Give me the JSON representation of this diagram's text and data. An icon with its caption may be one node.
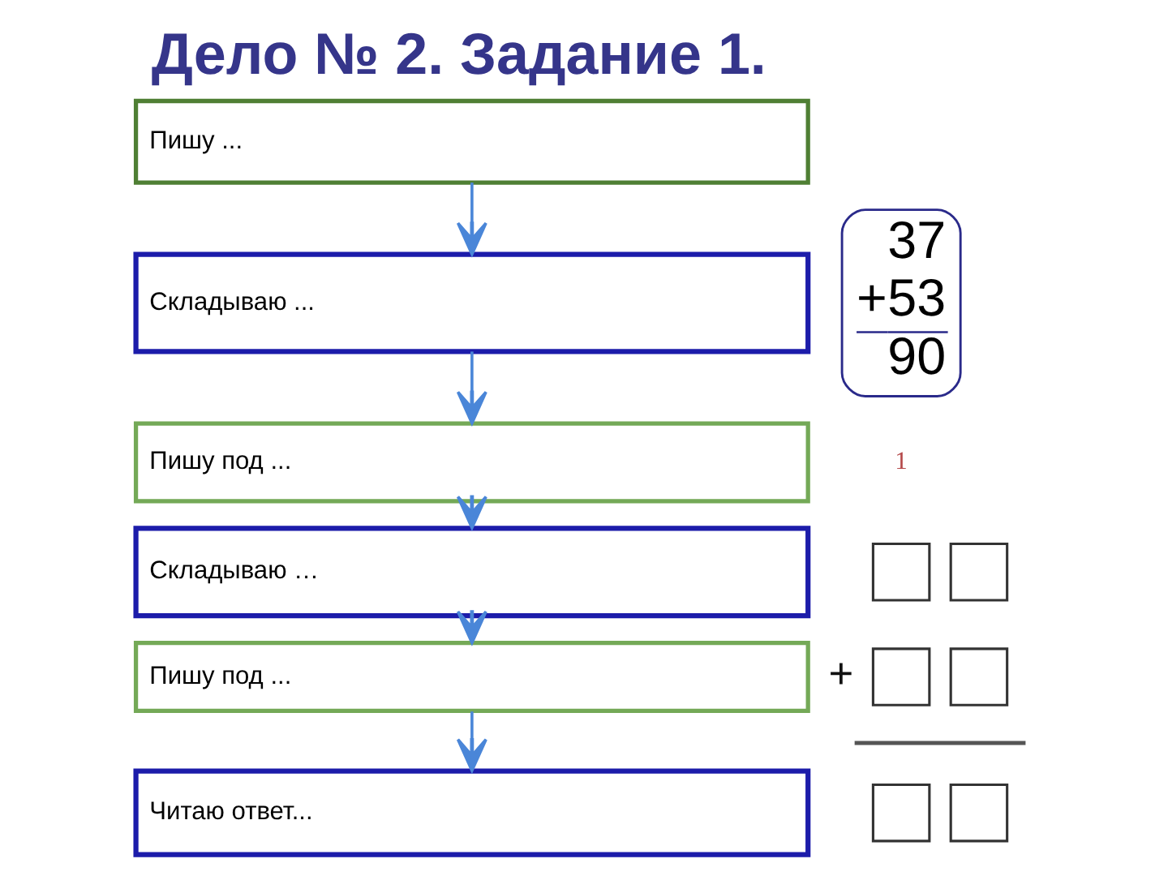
{
  "diagram": {
    "title": "Дело № 2. Задание 1.",
    "nodes": [
      {
        "text": [
          "Пишу ..."
        ]
      },
      {
        "text": [
          "Складываю ..."
        ]
      },
      {
        "text": [
          "Пишу под ..."
        ]
      },
      {
        "text": [
          "Складываю …"
        ]
      },
      {
        "text": [
          "Пишу под ..."
        ]
      },
      {
        "text": [
          "Читаю ответ..."
        ]
      },
      {
        "text": [
          "37",
          "+",
          "53",
          "90"
        ]
      },
      {
        "text": [],
        "shape": "box"
      },
      {
        "text": [],
        "shape": "box"
      },
      {
        "text": [],
        "shape": "box"
      },
      {
        "text": [],
        "shape": "box"
      },
      {
        "text": [],
        "shape": "box"
      },
      {
        "text": [],
        "shape": "box"
      }
    ],
    "edges": [
      {
        "from": 0,
        "to": 1,
        "arrow": "to"
      },
      {
        "from": 1,
        "to": 2,
        "arrow": "to"
      },
      {
        "from": 2,
        "to": 3,
        "arrow": "to"
      },
      {
        "from": 3,
        "to": 4,
        "arrow": "to"
      },
      {
        "from": 4,
        "to": 5,
        "arrow": "to"
      }
    ],
    "labels": [
      "1",
      "+"
    ]
  }
}
